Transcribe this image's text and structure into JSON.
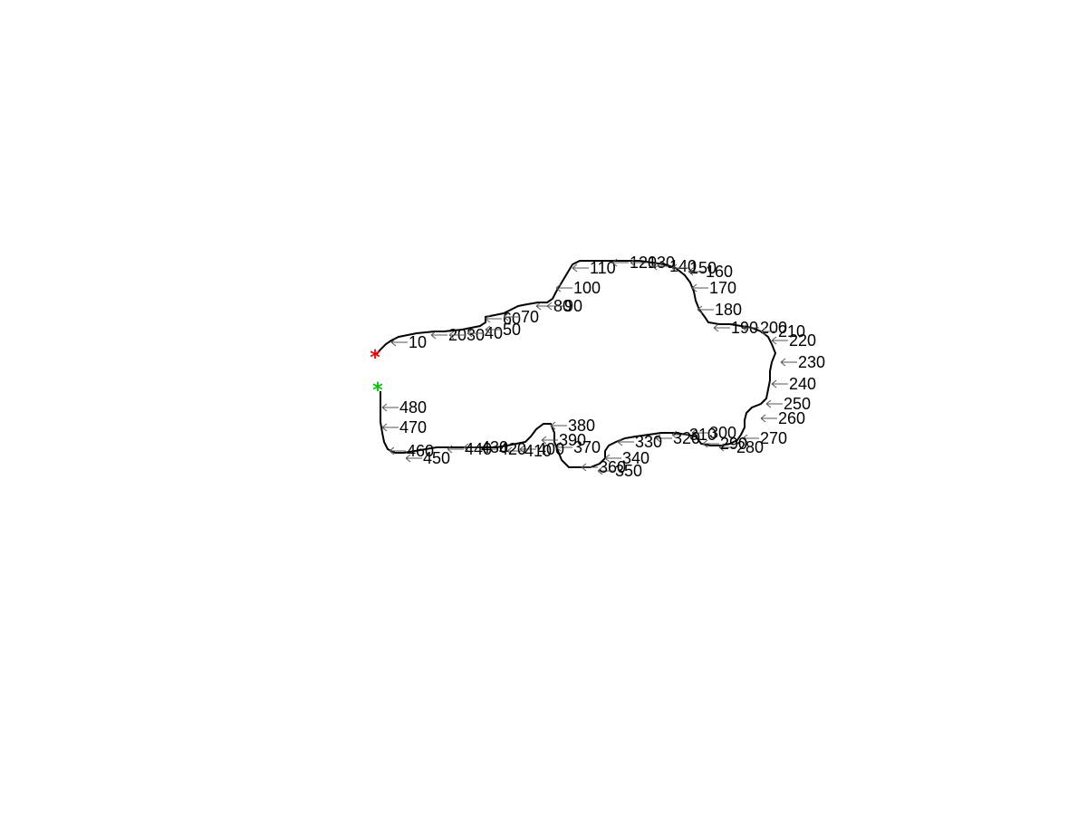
{
  "figure": {
    "type": "contour-trace",
    "colors": {
      "contour": "#000000",
      "start_marker": "#ff0000",
      "end_marker": "#00c800",
      "arrow": "#555555",
      "label": "#000000"
    },
    "markers": {
      "start_symbol": "*",
      "end_symbol": "*"
    },
    "labels": [
      "10",
      "20",
      "30",
      "40",
      "50",
      "60",
      "70",
      "80",
      "90",
      "100",
      "110",
      "120",
      "130",
      "140",
      "150",
      "160",
      "170",
      "180",
      "190",
      "200",
      "210",
      "220",
      "230",
      "240",
      "250",
      "260",
      "270",
      "280",
      "290",
      "300",
      "310",
      "320",
      "330",
      "340",
      "350",
      "360",
      "370",
      "380",
      "390",
      "400",
      "410",
      "420",
      "430",
      "440",
      "450",
      "460",
      "470",
      "480"
    ],
    "arrow_glyph": "←"
  }
}
